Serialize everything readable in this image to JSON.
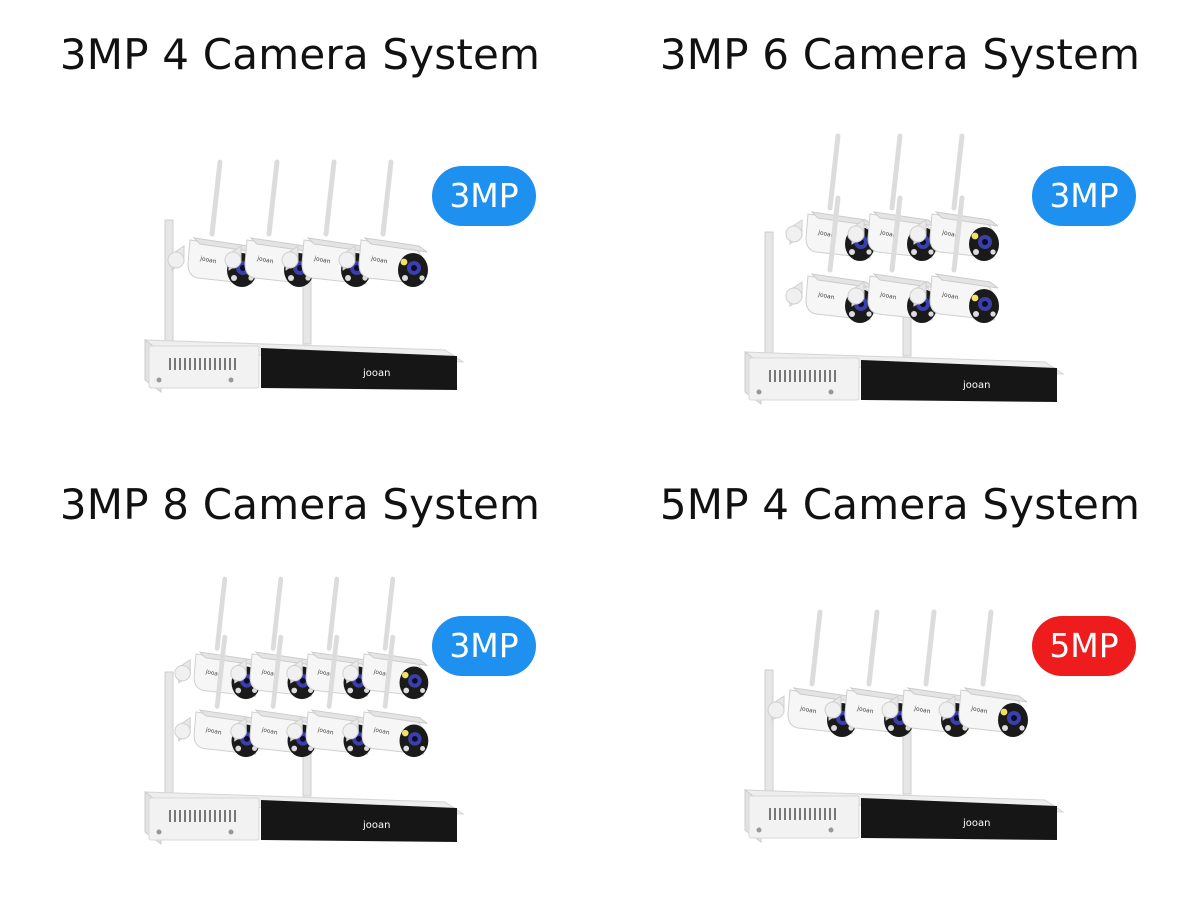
{
  "panels": [
    {
      "title": "3MP 4 Camera System",
      "badge": "3MP",
      "badge_color": "#1E90F0",
      "camera_count": 4,
      "logo": "jooan"
    },
    {
      "title": "3MP 6 Camera System",
      "badge": "3MP",
      "badge_color": "#1E90F0",
      "camera_count": 6,
      "logo": "jooan"
    },
    {
      "title": "3MP 8 Camera System",
      "badge": "3MP",
      "badge_color": "#1E90F0",
      "camera_count": 8,
      "logo": "jooan"
    },
    {
      "title": "5MP 4 Camera System",
      "badge": "5MP",
      "badge_color": "#EE1C1C",
      "camera_count": 4,
      "logo": "jooan"
    }
  ]
}
